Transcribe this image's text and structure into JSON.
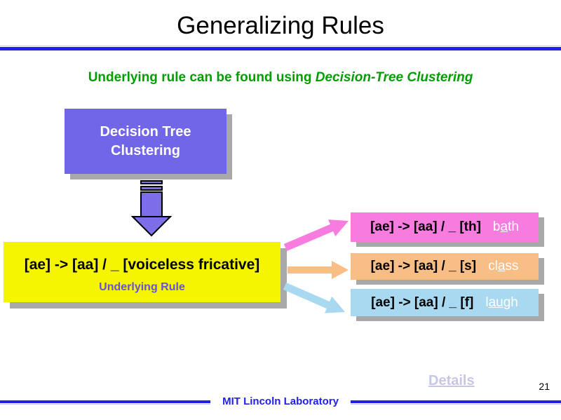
{
  "slide": {
    "title": "Generalizing Rules",
    "page_number": "21",
    "footer": "MIT Lincoln Laboratory",
    "details_label": "Details"
  },
  "subtitle": {
    "plain": "Underlying rule can be found using ",
    "italic": "Decision-Tree Clustering"
  },
  "diagram": {
    "source_box": {
      "line1": "Decision Tree",
      "line2": "Clustering",
      "fill": "#7166e8"
    },
    "down_arrow_fill": "#7b6ee8",
    "rule_box": {
      "rule": "[ae] -> [aa] / _ [voiceless fricative]",
      "label": "Underlying Rule",
      "fill": "#f5f500"
    },
    "examples": [
      {
        "rule": "[ae] -> [aa] / _ [th]",
        "word_pre": "b",
        "word_underlined": "a",
        "word_post": "th",
        "fill": "#f87ce0",
        "arrow_color": "#f87ce0"
      },
      {
        "rule": "[ae] -> [aa] / _ [s]",
        "word_pre": "cl",
        "word_underlined": "a",
        "word_post": "ss",
        "fill": "#f9be85",
        "arrow_color": "#f9be85"
      },
      {
        "rule": "[ae] -> [aa] / _ [f]",
        "word_pre": "l",
        "word_underlined": "au",
        "word_post": "gh",
        "fill": "#a8d9f0",
        "arrow_color": "#a8d9f0"
      }
    ]
  },
  "colors": {
    "accent_line": "#2020e8",
    "subtitle_green": "#009e00",
    "details_link": "#c6c6e6",
    "shadow": "#a8a8a8",
    "underlying_rule_label": "#6650d8",
    "footer_text": "#2020e8"
  }
}
